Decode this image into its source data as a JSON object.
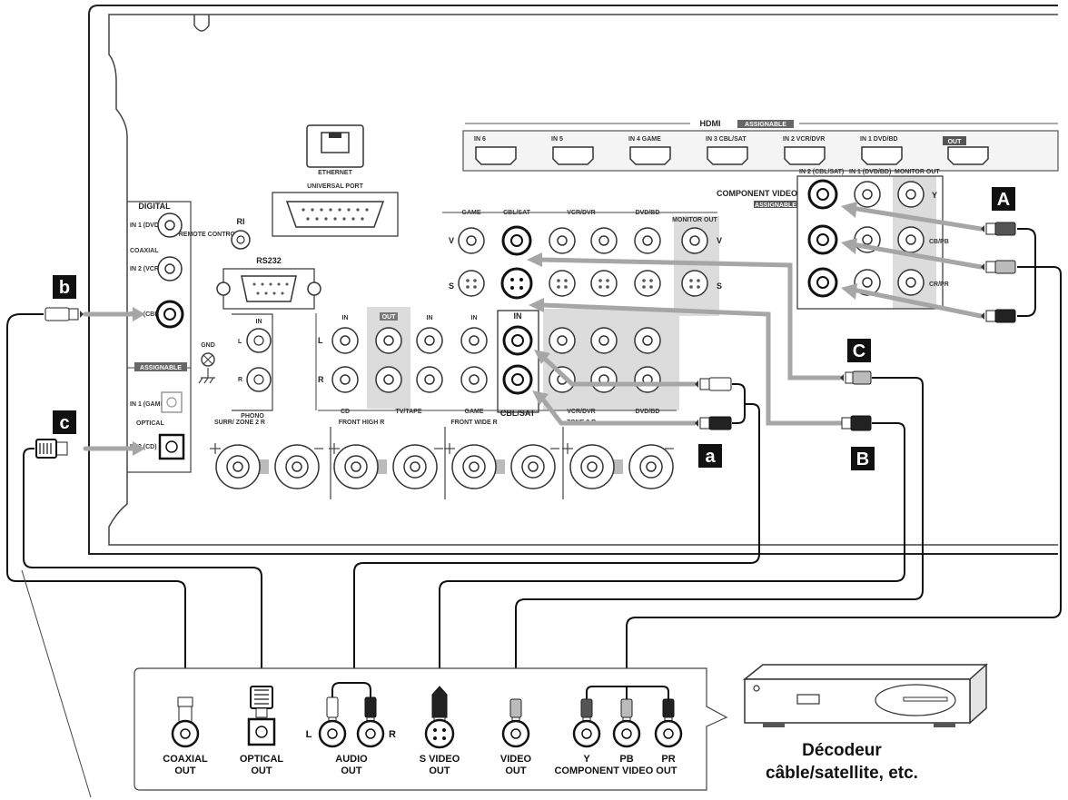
{
  "receiver": {
    "hdmi": {
      "title": "HDMI",
      "assignable": "ASSIGNABLE",
      "inputs": [
        "IN 6",
        "IN 5",
        "IN 4  GAME",
        "IN 3  CBL/SAT",
        "IN 2  VCR/DVR",
        "IN 1  DVD/BD"
      ],
      "out": "OUT"
    },
    "ethernet": "ETHERNET",
    "universal_port": "UNIVERSAL PORT",
    "ri": "RI",
    "remote_control": "REMOTE CONTROL",
    "rs232": "RS232",
    "digital": {
      "title": "DIGITAL",
      "coaxial": "COAXIAL",
      "optical": "OPTICAL",
      "assignable": "ASSIGNABLE",
      "coax_in1": "IN 1 (DVD/BD)",
      "coax_in2": "IN 2 (VCR/DVR)",
      "coax_in3": "IN 3 (CBL/SAT)",
      "opt_in1": "IN 1 (GAME)",
      "opt_in2": "IN 2 (CD)"
    },
    "gnd": "GND",
    "phono": "PHONO",
    "phono_in": "IN",
    "video_groups": [
      "GAME",
      "CBL/SAT",
      "VCR/DVR",
      "DVD/BD",
      "MONITOR OUT"
    ],
    "row_v": "V",
    "row_s": "S",
    "audio_in": "IN",
    "audio_out": "OUT",
    "row_l": "L",
    "row_r": "R",
    "cd": "CD",
    "tv_tape": "TV/TAPE",
    "audio_game": "GAME",
    "audio_cblsat": "CBL/SAT",
    "audio_vcrdvr": "VCR/DVR",
    "audio_dvdbd": "DVD/BD",
    "component": {
      "title": "COMPONENT VIDEO",
      "assignable": "ASSIGNABLE",
      "in2": "IN 2 (CBL/SAT)",
      "in1": "IN 1 (DVD/BD)",
      "monitor_out": "MONITOR OUT",
      "y": "Y",
      "cb": "CB/PB",
      "cr": "CR/PR"
    },
    "speakers": [
      "SURR/ ZONE 2 R",
      "FRONT HIGH R",
      "FRONT WIDE R",
      "ZONE 2 R"
    ]
  },
  "callouts": {
    "A": "A",
    "B": "B",
    "C": "C",
    "a": "a",
    "b": "b",
    "c": "c"
  },
  "decoder": {
    "name_line1": "Décodeur",
    "name_line2": "câble/satellite, etc.",
    "outputs": {
      "coaxial_out": [
        "COAXIAL",
        "OUT"
      ],
      "optical_out": [
        "OPTICAL",
        "OUT"
      ],
      "audio_out": [
        "AUDIO",
        "OUT"
      ],
      "audio_l": "L",
      "audio_r": "R",
      "svideo_out": [
        "S VIDEO",
        "OUT"
      ],
      "video_out": [
        "VIDEO",
        "OUT"
      ],
      "comp_y": "Y",
      "comp_pb": "PB",
      "comp_pr": "PR",
      "component_video_out": "COMPONENT VIDEO OUT"
    }
  },
  "colors": {
    "panel_line": "#222222",
    "cable": "#111111",
    "arrow": "#a6a6a6",
    "shade": "#d6d6d6",
    "jack_ring": "#333333"
  }
}
